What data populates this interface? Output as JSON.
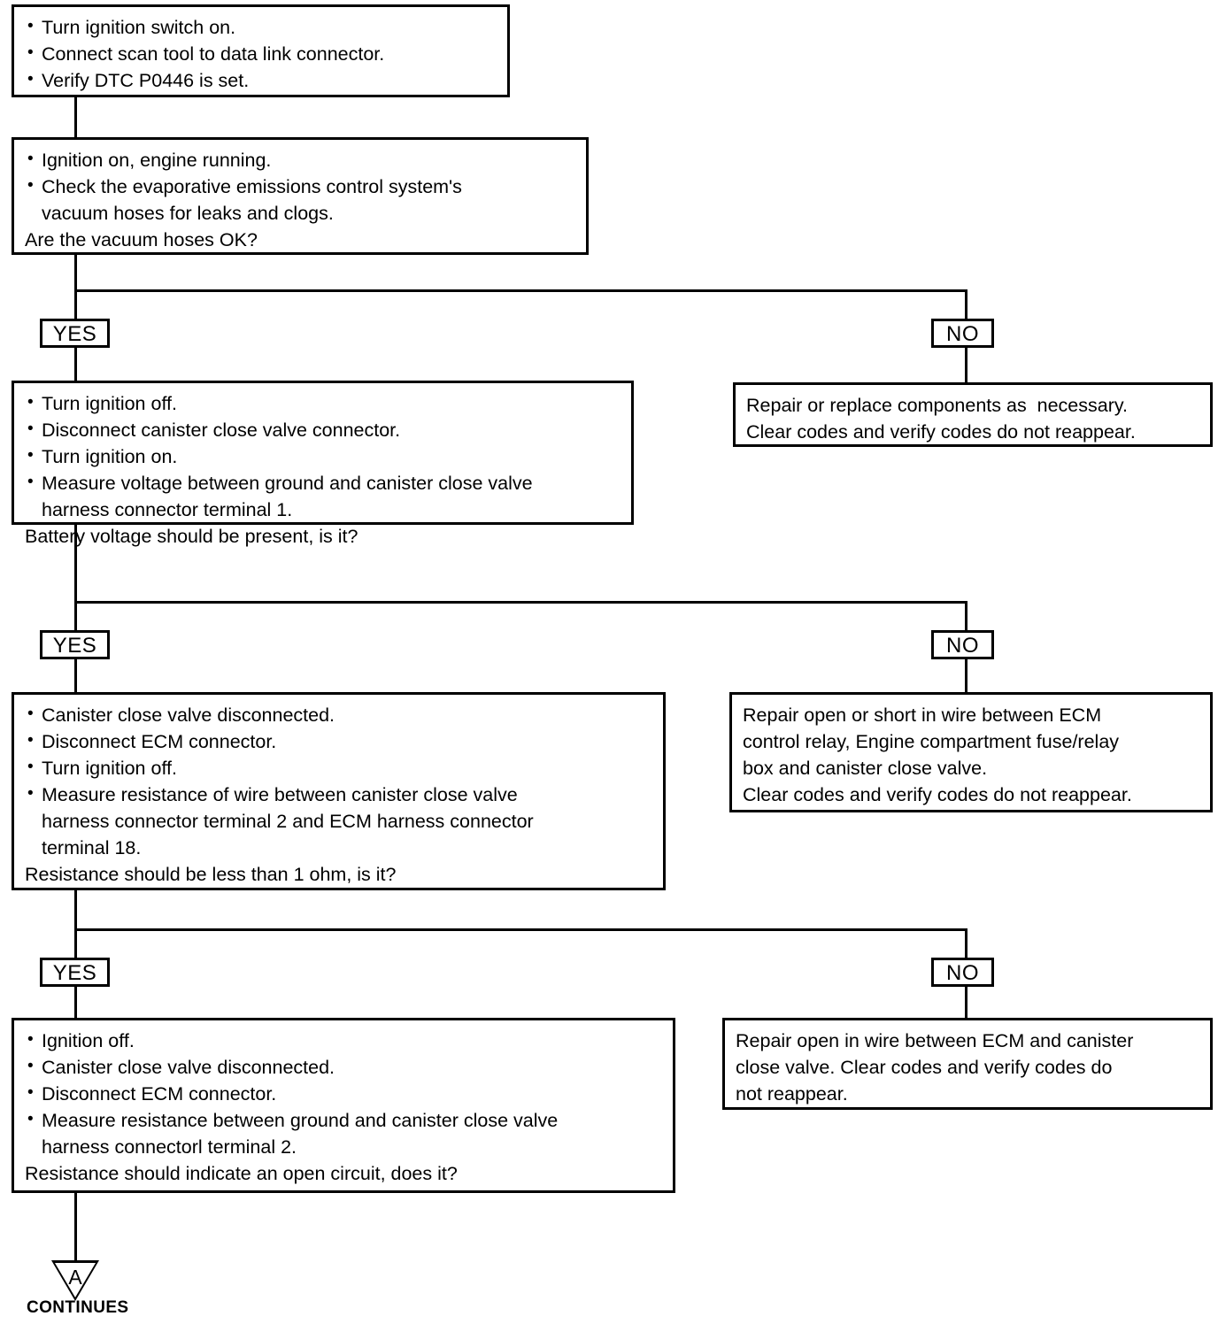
{
  "diagram": {
    "title": "DTC P0446 canister close valve circuit diagnostic flowchart",
    "boxes": [
      {
        "id": "step-1",
        "lines": [
          {
            "type": "bullet",
            "text": "Turn ignition switch on."
          },
          {
            "type": "bullet",
            "text": "Connect scan tool to data link connector."
          },
          {
            "type": "bullet",
            "text": "Verify DTC P0446 is set."
          }
        ]
      },
      {
        "id": "step-2",
        "lines": [
          {
            "type": "bullet",
            "text": "Ignition on, engine running."
          },
          {
            "type": "bullet",
            "text": "Check the evaporative emissions control system's"
          },
          {
            "type": "cont",
            "text": "vacuum hoses for leaks and clogs."
          },
          {
            "type": "plain",
            "text": "Are the vacuum hoses OK?"
          }
        ]
      },
      {
        "id": "step-3",
        "lines": [
          {
            "type": "bullet",
            "text": "Turn ignition off."
          },
          {
            "type": "bullet",
            "text": "Disconnect canister close valve connector."
          },
          {
            "type": "bullet",
            "text": "Turn ignition on."
          },
          {
            "type": "bullet",
            "text": "Measure voltage between ground and canister close valve"
          },
          {
            "type": "cont",
            "text": "harness connector terminal 1."
          },
          {
            "type": "plain",
            "text": "Battery voltage should be present, is it?"
          }
        ]
      },
      {
        "id": "step-4",
        "lines": [
          {
            "type": "bullet",
            "text": "Canister close valve disconnected."
          },
          {
            "type": "bullet",
            "text": "Disconnect ECM connector."
          },
          {
            "type": "bullet",
            "text": "Turn ignition off."
          },
          {
            "type": "bullet",
            "text": "Measure resistance of wire between canister close valve"
          },
          {
            "type": "cont",
            "text": "harness connector terminal 2 and ECM harness connector"
          },
          {
            "type": "cont",
            "text": "terminal 18."
          },
          {
            "type": "plain",
            "text": "Resistance should be less than 1 ohm, is it?"
          }
        ]
      },
      {
        "id": "step-5",
        "lines": [
          {
            "type": "bullet",
            "text": "Ignition off."
          },
          {
            "type": "bullet",
            "text": "Canister close valve disconnected."
          },
          {
            "type": "bullet",
            "text": "Disconnect ECM connector."
          },
          {
            "type": "bullet",
            "text": "Measure resistance between ground and canister close valve"
          },
          {
            "type": "cont",
            "text": "harness connectorl terminal 2."
          },
          {
            "type": "plain",
            "text": "Resistance should indicate an open circuit, does it?"
          }
        ]
      },
      {
        "id": "result-1",
        "lines": [
          {
            "type": "plain",
            "text": "Repair or replace components as  necessary."
          },
          {
            "type": "plain",
            "text": "Clear codes and verify codes do not reappear."
          }
        ]
      },
      {
        "id": "result-2",
        "lines": [
          {
            "type": "plain",
            "text": "Repair open or short in wire between ECM"
          },
          {
            "type": "plain",
            "text": "control relay, Engine compartment fuse/relay"
          },
          {
            "type": "plain",
            "text": "box and canister close valve."
          },
          {
            "type": "plain",
            "text": "Clear codes and verify codes do not reappear."
          }
        ]
      },
      {
        "id": "result-3",
        "lines": [
          {
            "type": "plain",
            "text": "Repair open in wire between ECM and canister"
          },
          {
            "type": "plain",
            "text": "close valve. Clear codes and verify codes do"
          },
          {
            "type": "plain",
            "text": "not reappear."
          }
        ]
      }
    ],
    "branch_labels": {
      "yes": "YES",
      "no": "NO"
    },
    "connector": {
      "letter": "A",
      "caption": "CONTINUES"
    }
  }
}
